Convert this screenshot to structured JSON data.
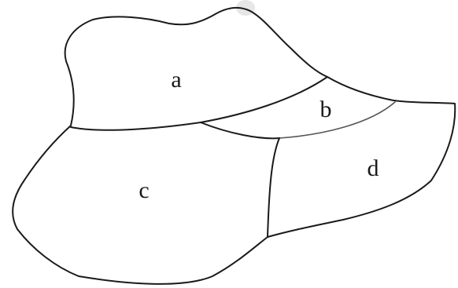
{
  "diagram": {
    "regions": [
      {
        "id": "a",
        "label": "a"
      },
      {
        "id": "b",
        "label": "b"
      },
      {
        "id": "c",
        "label": "c"
      },
      {
        "id": "d",
        "label": "d"
      }
    ]
  }
}
